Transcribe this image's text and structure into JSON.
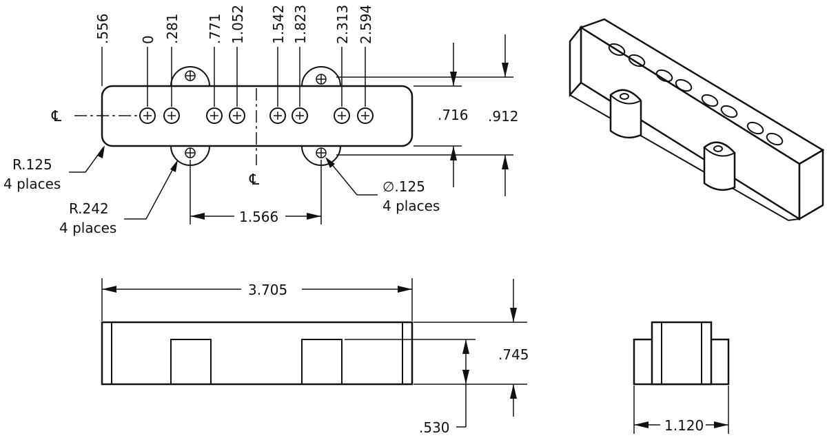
{
  "top_view": {
    "hole_positions": [
      ".556",
      "0",
      ".281",
      ".771",
      "1.052",
      "1.542",
      "1.823",
      "2.313",
      "2.594"
    ],
    "centerline_symbol_left": "℄",
    "centerline_symbol_bottom": "℄",
    "dim_716": ".716",
    "dim_912": ".912",
    "corner_radius": "R.125",
    "corner_radius_qty": "4 places",
    "ear_radius": "R.242",
    "ear_radius_qty": "4 places",
    "hole_diameter": "∅.125",
    "hole_diameter_qty": "4 places",
    "ear_spacing": "1.566"
  },
  "front_view": {
    "overall_length": "3.705",
    "height": ".745",
    "ear_height": ".530"
  },
  "side_view": {
    "ear_width": "1.120"
  }
}
